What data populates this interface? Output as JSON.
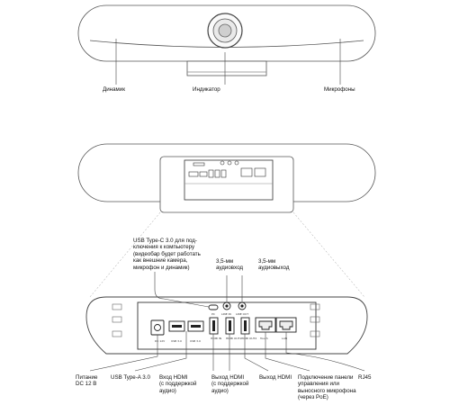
{
  "top_view": {
    "callouts": {
      "speaker": "Динамик",
      "indicator": "Индикатор",
      "microphones": "Микрофоны"
    }
  },
  "rear_view": {
    "callouts": {
      "usb_c": "USB Type-C 3.0 для под-\nключения к компьютеру\n(видеобар будет работать\nкак внешние камера,\nмикрофон и динамик)",
      "audio_in": "3,5-мм\nаудиовход",
      "audio_out": "3,5-мм\nаудиовыход"
    },
    "bottom_callouts": {
      "power": "Питание\nDC 12 В",
      "usb_a": "USB Type-A 3.0",
      "hdmi_in": "Вход HDMI\n(с поддержкой\nаудио)",
      "hdmi_out1": "Выход HDMI\n(с поддержкой\nаудио)",
      "hdmi_out2": "Выход HDMI",
      "touch": "Подключение панели\nуправления или\nвыносного микрофона\n(через PoE)",
      "rj45": "RJ45"
    },
    "port_labels": {
      "dc": "DC 12V",
      "usb1": "USB 3.0",
      "usb2": "USB 3.0",
      "hdmi_in": "HDMI\nIN",
      "hdmi_out1": "HDMI\nOUT1",
      "hdmi_out2": "HDMI\nOUT2",
      "touch": "Touch",
      "lan": "LAN",
      "pc": "PC",
      "line_in": "LINE IN",
      "line_out": "LINE OUT"
    }
  }
}
